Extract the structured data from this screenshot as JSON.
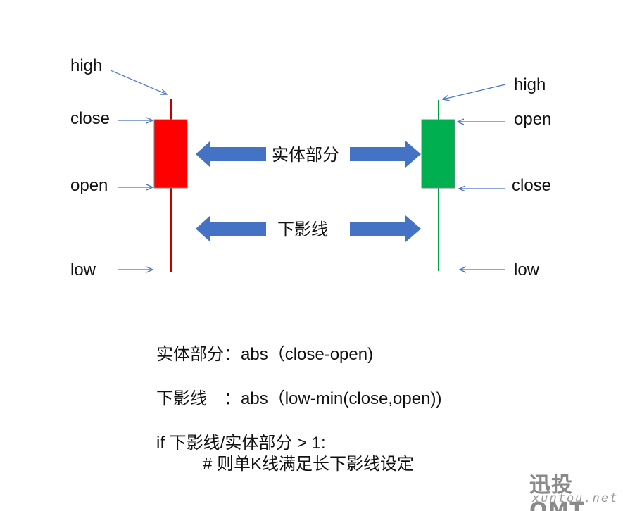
{
  "left_candle": {
    "color": "#ff0000",
    "wick_color": "#c00000",
    "labels": {
      "high": "high",
      "close": "close",
      "open": "open",
      "low": "low"
    }
  },
  "right_candle": {
    "color": "#00b050",
    "wick_color": "#00a040",
    "labels": {
      "high": "high",
      "open": "open",
      "close": "close",
      "low": "low"
    }
  },
  "arrow_color": "#4472c4",
  "annotation_color": "#4472c4",
  "body_arrow_label": "实体部分",
  "shadow_arrow_label": "下影线",
  "formulas": {
    "body": "实体部分：abs（close-open)",
    "shadow": "下影线　：abs（low-min(close,open))",
    "condition": "if  下影线/实体部分 > 1:",
    "comment": "# 则单K线满足长下影线设定"
  },
  "watermark": {
    "brand": "迅投QMT",
    "site": "xuntou.net"
  }
}
